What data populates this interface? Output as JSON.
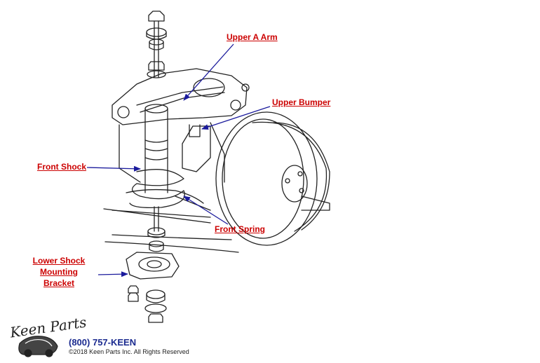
{
  "labels": {
    "upper_a_arm": "Upper A Arm",
    "upper_bumper": "Upper Bumper",
    "front_shock": "Front Shock",
    "front_spring": "Front Spring",
    "lower_shock_line1": "Lower Shock",
    "lower_shock_line2": "Mounting",
    "lower_shock_line3": "Bracket"
  },
  "footer": {
    "logo_text": "Keen Parts",
    "phone": "(800) 757-KEEN",
    "copyright": "©2018 Keen Parts Inc. All Rights Reserved"
  },
  "colors": {
    "label": "#cc0000",
    "arrow": "#1a1a9c",
    "line": "#222222"
  }
}
